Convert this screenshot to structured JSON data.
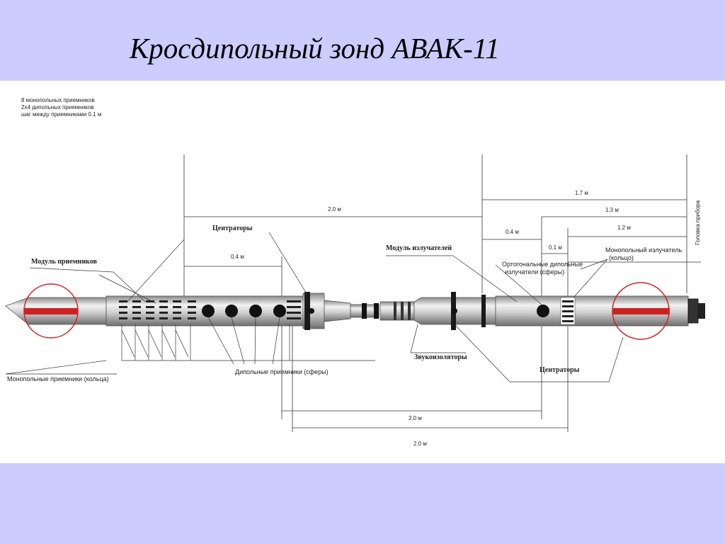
{
  "slide": {
    "title": "Кросдипольный зонд АВАК-11",
    "colors": {
      "band": "#ccccff",
      "canvas": "#ffffff",
      "marker": "#cc2222"
    }
  },
  "diagram": {
    "spec_lines": [
      "8 монопольных приемников",
      "2x4 дипольных приемников",
      "шаг между приемниками 0.1 м"
    ],
    "dimensions": {
      "d_2_0_top": "2.0 м",
      "d_1_7": "1.7 м",
      "d_1_3": "1.3 м",
      "d_1_2": "1.2 м",
      "d_0_4_left": "0.4 м",
      "d_0_4_right": "0.4 м",
      "d_0_1": "0.1 м",
      "d_2_0_bottom1": "2.0 м",
      "d_2_0_bottom2": "2.0 м"
    },
    "labels": {
      "centralizers_top": "Центраторы",
      "receiver_module": "Модуль приемников",
      "emitter_module": "Модуль излучателей",
      "orthogonal_1": "Ортогональные дипольные",
      "orthogonal_2": "излучатели (сферы)",
      "monopole_emitter_1": "Монопольный излучатель",
      "monopole_emitter_2": "(кольцо)",
      "tool_head": "Головка прибора",
      "monopole_receivers": "Монопольные приемники (кольца)",
      "dipole_receivers": "Дипольные приемники (сферы)",
      "sound_isolators": "Звукоизоляторы",
      "centralizers_bottom": "Центраторы"
    }
  }
}
